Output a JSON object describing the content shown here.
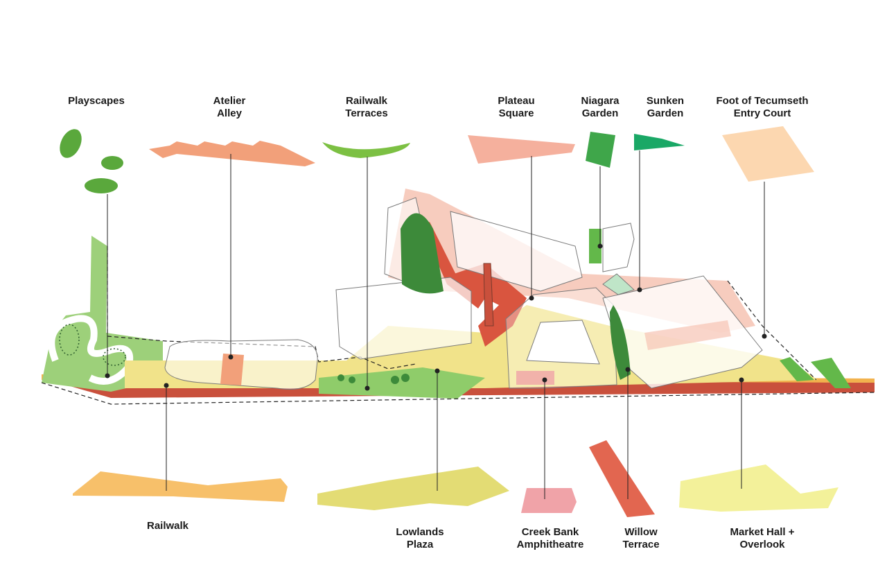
{
  "zones_top": [
    {
      "id": "playscapes",
      "label": "Playscapes",
      "color": "#5aa83c"
    },
    {
      "id": "atelier-alley",
      "label": "Atelier\nAlley",
      "color": "#f2a07a"
    },
    {
      "id": "railwalk-terraces",
      "label": "Railwalk\nTerraces",
      "color": "#7cc043"
    },
    {
      "id": "plateau-square",
      "label": "Plateau\nSquare",
      "color": "#f5b09d"
    },
    {
      "id": "niagara-garden",
      "label": "Niagara\nGarden",
      "color": "#3fa64a"
    },
    {
      "id": "sunken-garden",
      "label": "Sunken\nGarden",
      "color": "#1aa866"
    },
    {
      "id": "foot-of-tecumseth",
      "label": "Foot of Tecumseth\nEntry Court",
      "color": "#fcd7b0"
    }
  ],
  "zones_bottom": [
    {
      "id": "railwalk",
      "label": "Railwalk",
      "color": "#f7c06a"
    },
    {
      "id": "lowlands-plaza",
      "label": "Lowlands\nPlaza",
      "color": "#e3dc74"
    },
    {
      "id": "creek-bank",
      "label": "Creek Bank\nAmphitheatre",
      "color": "#f0a3a8"
    },
    {
      "id": "willow-terrace",
      "label": "Willow\nTerrace",
      "color": "#e26650"
    },
    {
      "id": "market-hall",
      "label": "Market Hall +\nOverlook",
      "color": "#f3f19a"
    }
  ],
  "colors": {
    "rail": "#c9503c",
    "ground_yellow": "#f1e38a",
    "ground_green": "#8fcc6a",
    "ground_pink": "#f6c3b3",
    "building_line": "#7a7a7a",
    "tree": "#3d8a3a",
    "leader": "#222222"
  }
}
